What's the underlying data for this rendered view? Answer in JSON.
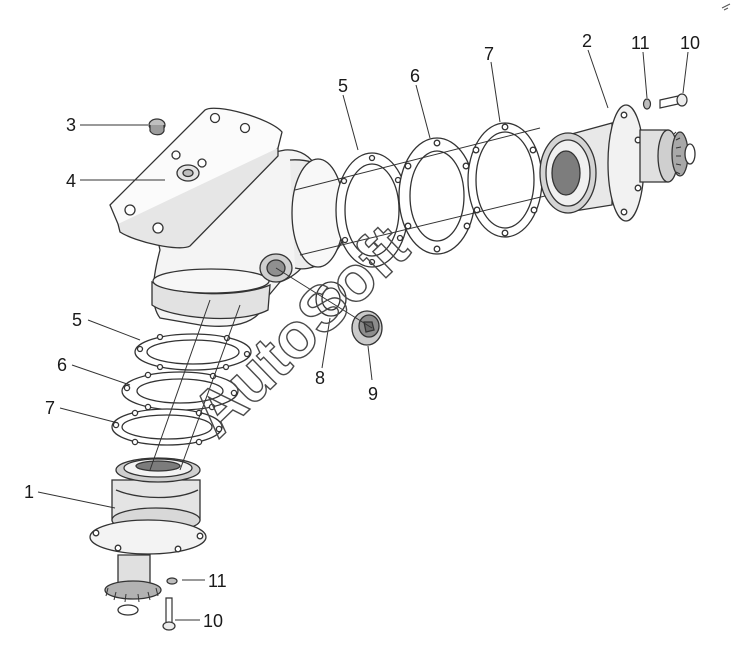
{
  "diagram": {
    "callouts": {
      "c1": "1",
      "c2": "2",
      "c3": "3",
      "c4": "4",
      "c5_upper": "5",
      "c6_upper": "6",
      "c7_upper": "7",
      "c5_lower": "5",
      "c6_lower": "6",
      "c7_lower": "7",
      "c8": "8",
      "c9": "9",
      "c10_upper": "10",
      "c11_upper": "11",
      "c10_lower": "10",
      "c11_lower": "11"
    },
    "watermark": "AutoSoft",
    "colors": {
      "line": "#333333",
      "part_fill": "#ffffff",
      "shade": "#d9d9d9",
      "dark_shade": "#9a9a9a"
    }
  }
}
